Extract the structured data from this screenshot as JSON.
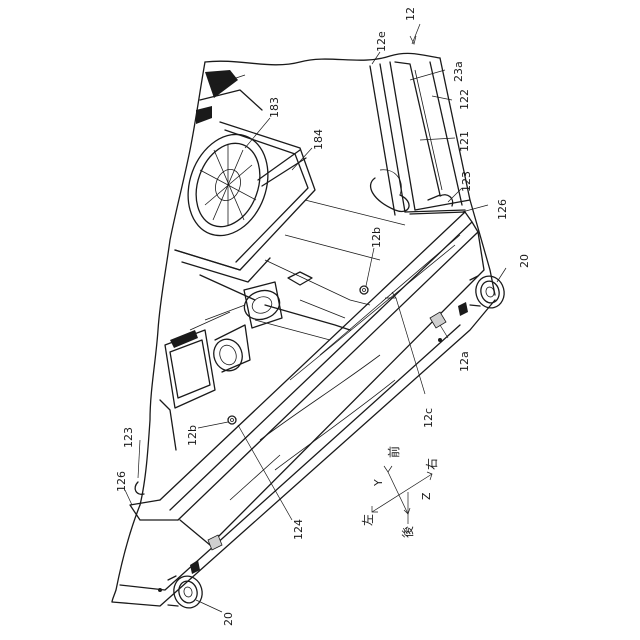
{
  "labels": {
    "l12": "12",
    "l12e": "12e",
    "l23a": "23a",
    "l122": "122",
    "l183": "183",
    "l184": "184",
    "l121": "121",
    "l123_top": "123",
    "l126_top": "126",
    "l12b_top": "12b",
    "l20_right": "20",
    "l12a": "12a",
    "l12c": "12c",
    "l12b_bottom": "12b",
    "l123_left": "123",
    "l126_left": "126",
    "l124": "124",
    "l20_bottom": "20"
  },
  "axes": {
    "y": "Y",
    "front": "前",
    "right": "右",
    "left": "左",
    "z": "Z",
    "rear": "後"
  }
}
